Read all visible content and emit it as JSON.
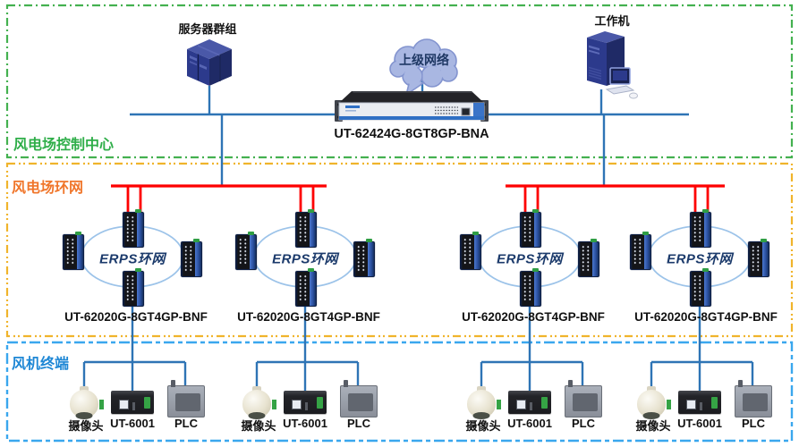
{
  "sections": {
    "control_center": {
      "label": "风电场控制中心"
    },
    "ring_network": {
      "label": "风电场环网"
    },
    "turbine_terminal": {
      "label": "风机终端"
    }
  },
  "control_center": {
    "server_label": "服务器群组",
    "cloud_label": "上级网络",
    "workstation_label": "工作机",
    "core_switch_label": "UT-62424G-8GT8GP-BNA"
  },
  "rings": [
    {
      "ring_label": "ERPS环网",
      "device_label": "UT-62020G-8GT4GP-BNF"
    },
    {
      "ring_label": "ERPS环网",
      "device_label": "UT-62020G-8GT4GP-BNF"
    },
    {
      "ring_label": "ERPS环网",
      "device_label": "UT-62020G-8GT4GP-BNF"
    },
    {
      "ring_label": "ERPS环网",
      "device_label": "UT-62020G-8GT4GP-BNF"
    }
  ],
  "terminal_groups": [
    {
      "camera_label": "摄像头",
      "serial_server_label": "UT-6001",
      "plc_label": "PLC"
    },
    {
      "camera_label": "摄像头",
      "serial_server_label": "UT-6001",
      "plc_label": "PLC"
    },
    {
      "camera_label": "摄像头",
      "serial_server_label": "UT-6001",
      "plc_label": "PLC"
    },
    {
      "camera_label": "摄像头",
      "serial_server_label": "UT-6001",
      "plc_label": "PLC"
    }
  ],
  "colors": {
    "control_center_border": "#44b150",
    "ring_network_border": "#f0b42c",
    "turbine_terminal_border": "#3aa7ee",
    "blue_line": "#2e74b5",
    "red_line": "#fe0000",
    "erps_ellipse": "#9cc3e9"
  }
}
